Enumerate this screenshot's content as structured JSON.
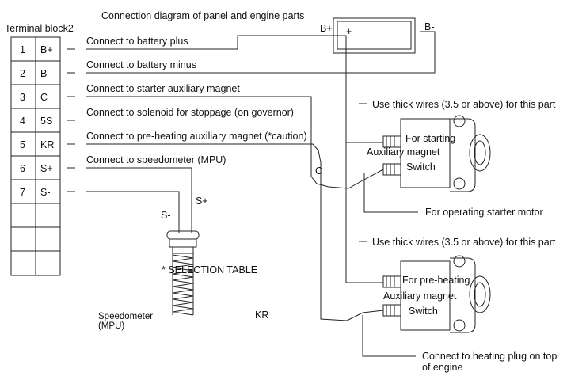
{
  "title": "Connection diagram of panel and engine parts",
  "terminal_block": {
    "title": "Terminal block2",
    "rows": [
      {
        "num": "1",
        "code": "B+",
        "desc": "Connect to battery plus"
      },
      {
        "num": "2",
        "code": "B-",
        "desc": "Connect to battery minus"
      },
      {
        "num": "3",
        "code": "C",
        "desc": "Connect to starter auxiliary magnet"
      },
      {
        "num": "4",
        "code": "5S",
        "desc": "Connect to solenoid for stoppage (on governor)"
      },
      {
        "num": "5",
        "code": "KR",
        "desc": "Connect to pre-heating auxiliary magnet (*caution)"
      },
      {
        "num": "6",
        "code": "S+",
        "desc": "Connect to speedometer (MPU)"
      },
      {
        "num": "7",
        "code": "S-",
        "desc": ""
      },
      {
        "num": "",
        "code": "",
        "desc": ""
      },
      {
        "num": "",
        "code": "",
        "desc": ""
      },
      {
        "num": "",
        "code": "",
        "desc": ""
      }
    ]
  },
  "battery": {
    "plus_label": "B+",
    "minus_label": "B-",
    "plus_sign": "+",
    "minus_sign": "-"
  },
  "starter_switch": {
    "note": "Use thick wires (3.5 or above) for this part",
    "line1": "For starting",
    "line2": "Auxiliary magnet",
    "line3": "Switch",
    "output": "For operating starter motor"
  },
  "preheat_switch": {
    "note": "Use thick wires (3.5 or above) for this part",
    "line1": "For pre-heating",
    "line2": "Auxiliary magnet",
    "line3": "Switch",
    "output_line1": "Connect to heating plug on top",
    "output_line2": "of engine"
  },
  "wire_labels": {
    "c": "C",
    "kr": "KR",
    "s_minus": "S-",
    "s_plus": "S+"
  },
  "speedometer": {
    "line1": "Speedometer",
    "line2": "(MPU)",
    "selection": "* SELECTION TABLE"
  }
}
